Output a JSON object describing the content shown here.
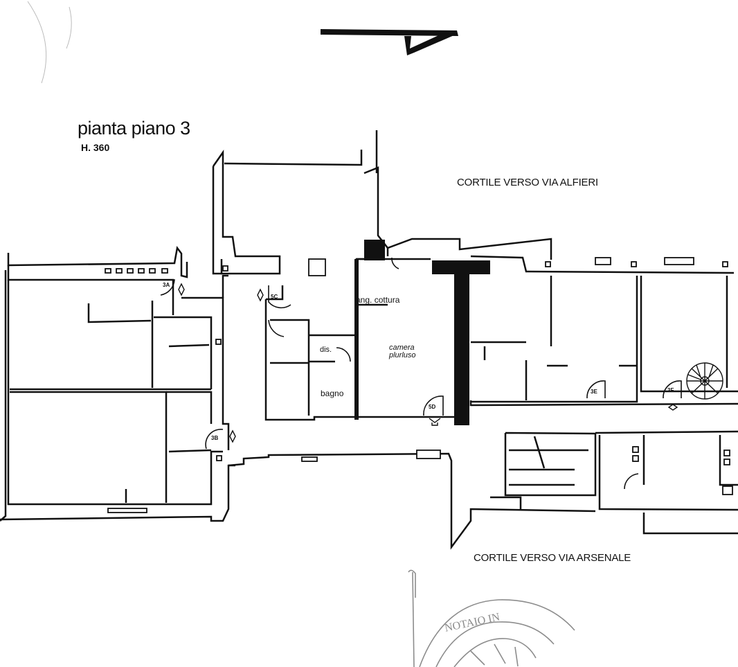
{
  "title": "pianta piano 3",
  "height_note": "H. 360",
  "courtyards": {
    "north": "CORTILE VERSO VIA ALFIERI",
    "south": "CORTILE VERSO VIA ARSENALE"
  },
  "rooms": {
    "cooking_corner": "ang. cottura",
    "multipurpose_line1": "camera",
    "multipurpose_line2": "plurluso",
    "closet": "dis.",
    "bathroom": "bagno"
  },
  "door_tags": [
    "3A",
    "5C",
    "3B",
    "5D",
    "3E",
    "3F"
  ],
  "stamp_text": "NOTAIO IN",
  "colors": {
    "ink": "#111111",
    "paper": "#ffffff",
    "stamp": "#8c8c8c"
  },
  "icons": [
    "north-arrow-icon",
    "spiral-staircase-icon",
    "notary-stamp-icon"
  ]
}
